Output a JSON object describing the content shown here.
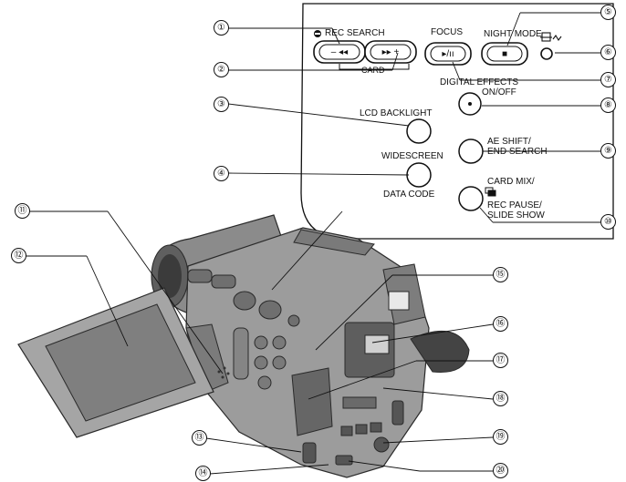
{
  "panel_labels": {
    "rec_search": "REC SEARCH",
    "card": "CARD",
    "focus": "FOCUS",
    "night_mode": "NIGHT MODE",
    "digital_effects": "DIGITAL EFFECTS",
    "on_off": "ON/OFF",
    "lcd_backlight": "LCD BACKLIGHT",
    "widescreen": "WIDESCREEN",
    "data_code": "DATA CODE",
    "ae_shift": "AE SHIFT/",
    "end_search": "END SEARCH",
    "card_mix": "CARD MIX/",
    "rec_pause": "REC PAUSE/",
    "slide_show": "SLIDE SHOW"
  },
  "button_glyphs": {
    "rewind": "– ◂◂",
    "fast_forward": "▸▸ +",
    "play_pause": "▸/ıı",
    "stop": "■"
  },
  "callouts": [
    "①",
    "②",
    "③",
    "④",
    "⑤",
    "⑥",
    "⑦",
    "⑧",
    "⑨",
    "⑩",
    "⑪",
    "⑫",
    "⑬",
    "⑭",
    "⑮",
    "⑯",
    "⑰",
    "⑱",
    "⑲",
    "⑳"
  ],
  "icons": [
    "print-share-icon",
    "card-icon",
    "image-mix-icon",
    "camcorder-illustration"
  ]
}
